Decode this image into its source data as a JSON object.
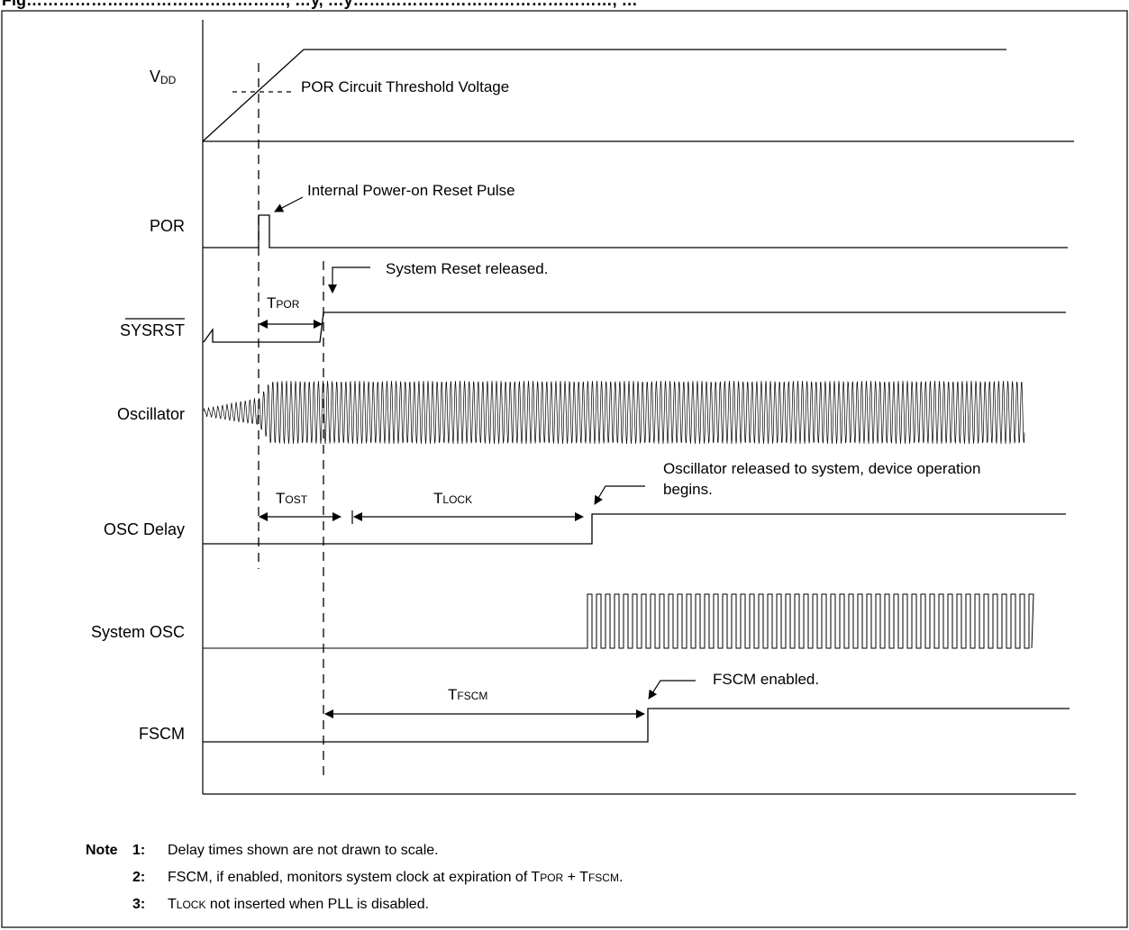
{
  "figure": {
    "caption_fragment": "Fig…………………………………………, …y, …y…………………………………………, …"
  },
  "signals": {
    "vdd": {
      "v": "V",
      "dd": "DD"
    },
    "por": "POR",
    "sysrst": "SYSRST",
    "oscillator": "Oscillator",
    "osc_delay": "OSC Delay",
    "system_osc": "System OSC",
    "fscm": "FSCM"
  },
  "annotations": {
    "por_threshold": "POR Circuit Threshold Voltage",
    "internal_por_pulse": "Internal Power-on Reset Pulse",
    "system_reset_released": "System Reset released.",
    "osc_released_line1": "Oscillator released to system, device operation",
    "osc_released_line2": "begins.",
    "fscm_enabled": "FSCM enabled."
  },
  "timings": {
    "tpor": {
      "t": "T",
      "sub": "POR"
    },
    "tost": {
      "t": "T",
      "sub": "OST"
    },
    "tlock": {
      "t": "T",
      "sub": "LOCK"
    },
    "tfscm": {
      "t": "T",
      "sub": "FSCM"
    }
  },
  "notes": {
    "label": "Note",
    "n1_num": "1:",
    "n1_text": "Delay times shown are not drawn to scale.",
    "n2_num": "2:",
    "n2_text_a": "FSCM, if enabled, monitors system clock at expiration of T",
    "n2_sub_a": "POR",
    "n2_text_b": " + T",
    "n2_sub_b": "FSCM",
    "n2_text_c": ".",
    "n3_num": "3:",
    "n3_t": "T",
    "n3_sub": "LOCK",
    "n3_text": " not inserted when PLL is disabled."
  },
  "colors": {
    "ink": "#000000",
    "paper": "#ffffff"
  }
}
